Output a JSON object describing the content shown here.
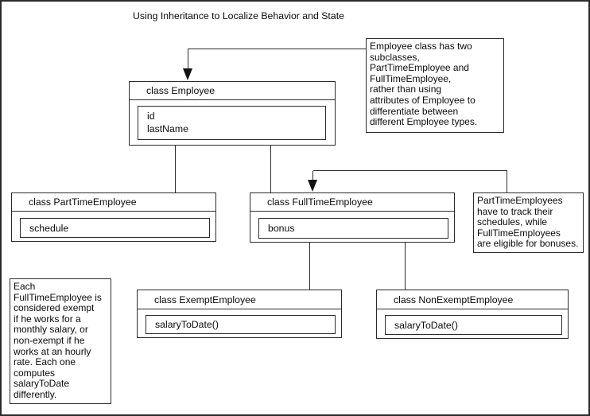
{
  "title": "Using Inheritance to Localize Behavior and State",
  "colors": {
    "line": "#2b2b2b",
    "background": "#ffffff",
    "text": "#0a0a0a",
    "arrow_fill": "#111111"
  },
  "classes": [
    {
      "name": "class Employee",
      "members": "id\nlastName"
    },
    {
      "name": "class PartTimeEmployee",
      "members": "schedule"
    },
    {
      "name": "class FullTimeEmployee",
      "members": "bonus"
    },
    {
      "name": "class ExemptEmployee",
      "members": "salaryToDate()"
    },
    {
      "name": "class NonExemptEmployee",
      "members": "salaryToDate()"
    }
  ],
  "notes": [
    {
      "text": "Employee class has two\nsubclasses,\nPartTimeEmployee and\nFullTimeEmployee,\nrather than using\nattributes of Employee to\ndifferentiate between\ndifferent Employee types."
    },
    {
      "text": "PartTimeEmployees\nhave to track their\nschedules, while\nFullTimeEmployees\nare eligible for bonuses."
    },
    {
      "text": "Each\nFullTimeEmployee is\nconsidered exempt\nif he works for a\nmonthly salary, or\nnon-exempt if he\nworks at an hourly\nrate. Each one\ncomputes\nsalaryToDate\ndifferently."
    }
  ],
  "icons": [
    {
      "name": "callout-arrowhead-down"
    },
    {
      "name": "callout-arrowhead-down"
    }
  ]
}
